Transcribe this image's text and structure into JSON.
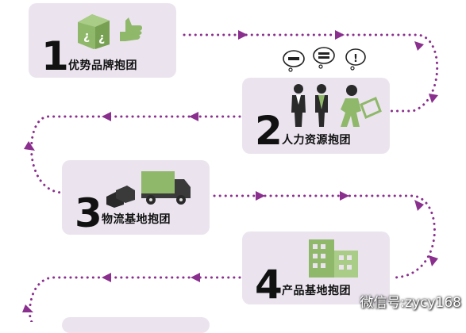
{
  "colors": {
    "card": "#ebe4ef",
    "connector": "#8a2f8e",
    "icon_green": "#8fb86a",
    "icon_dark": "#2a2a2a"
  },
  "steps": [
    {
      "number": "1",
      "label": "优势品牌抱团",
      "icon": "box-and-thumbs-up-icon"
    },
    {
      "number": "2",
      "label": "人力资源抱团",
      "icon": "people-with-speech-bubbles-icon"
    },
    {
      "number": "3",
      "label": "物流基地抱团",
      "icon": "truck-and-boxes-icon"
    },
    {
      "number": "4",
      "label": "产品基地抱团",
      "icon": "buildings-icon"
    }
  ],
  "watermark": "微信号:zycy168"
}
